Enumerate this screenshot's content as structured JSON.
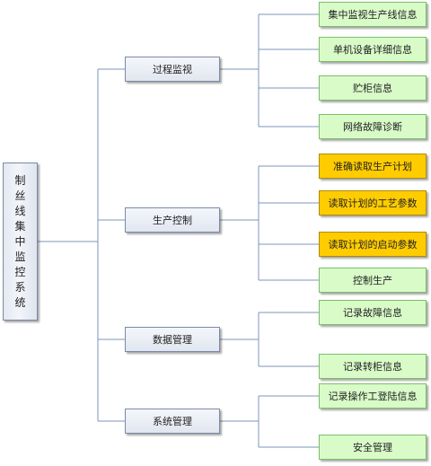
{
  "diagram": {
    "root": {
      "label": "制丝线集中监控系统"
    },
    "branches": [
      {
        "label": "过程监视",
        "children": [
          {
            "label": "集中监视生产线信息",
            "highlight": false
          },
          {
            "label": "单机设备详细信息",
            "highlight": false
          },
          {
            "label": "贮柜信息",
            "highlight": false
          },
          {
            "label": "网络故障诊断",
            "highlight": false
          }
        ]
      },
      {
        "label": "生产控制",
        "children": [
          {
            "label": "准确读取生产计划",
            "highlight": true
          },
          {
            "label": "读取计划的工艺参数",
            "highlight": true
          },
          {
            "label": "读取计划的启动参数",
            "highlight": true
          },
          {
            "label": "控制生产",
            "highlight": false
          }
        ]
      },
      {
        "label": "数据管理",
        "children": [
          {
            "label": "记录故障信息",
            "highlight": false
          },
          {
            "label": "记录转柜信息",
            "highlight": false
          }
        ]
      },
      {
        "label": "系统管理",
        "children": [
          {
            "label": "记录操作工登陆信息",
            "highlight": false
          },
          {
            "label": "安全管理",
            "highlight": false
          }
        ]
      }
    ],
    "colors": {
      "connector": "#7d94b8",
      "leaf_fill": "#d8fbc8",
      "leaf_border": "#7bbf67",
      "highlight_fill": "#ffcc00",
      "box_border": "#7a8aa6"
    }
  }
}
